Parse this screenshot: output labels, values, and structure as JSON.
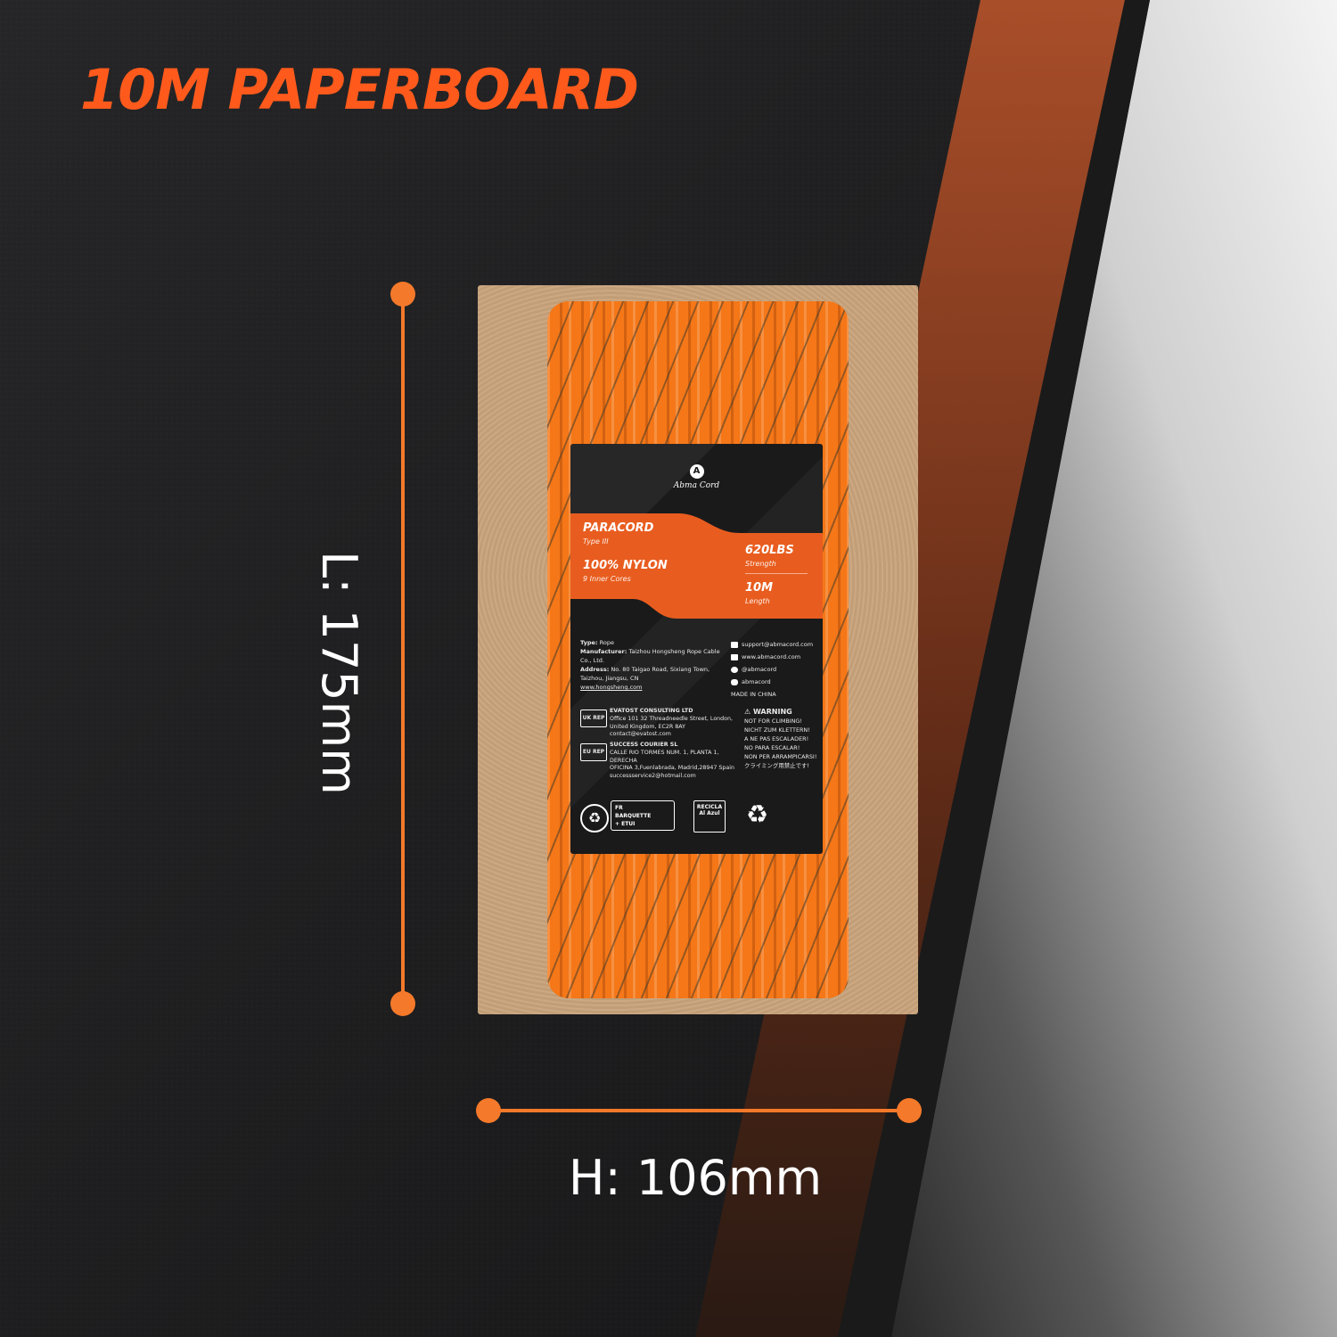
{
  "headline": "10M PAPERBOARD",
  "dimensions": {
    "length_label": "L: 175mm",
    "height_label": "H: 106mm"
  },
  "colors": {
    "accent": "#ff5a1c",
    "marker": "#f5792a",
    "rope": "#f57718",
    "label_band": "#e85d1f",
    "board": "#c9a47c"
  },
  "product_label": {
    "brand": "Abma Cord",
    "logo_letter": "A",
    "product_name": "PARACORD",
    "product_type": "Type III",
    "material": "100% NYLON",
    "cores": "9 Inner Cores",
    "strength_value": "620LBS",
    "strength_caption": "Strength",
    "length_value": "10M",
    "length_caption": "Length",
    "info": {
      "type_key": "Type:",
      "type_value": "Rope",
      "manufacturer_key": "Manufacturer:",
      "manufacturer_value": "Taizhou Hongsheng Rope Cable Co., Ltd.",
      "address_key": "Address:",
      "address_value": "No. 80 Taigao Road, Sixiang Town, Taizhou, Jiangsu, CN",
      "website": "www.hongsheng.com"
    },
    "contacts": {
      "email": "support@abmacord.com",
      "web": "www.abmacord.com",
      "facebook": "@abmacord",
      "social": "abmacord",
      "origin": "MADE IN CHINA"
    },
    "uk_rep": {
      "tag": "UK REP",
      "company": "EVATOST CONSULTING LTD",
      "line1": "Office 101 32 Threadneedle Street, London,",
      "line2": "United Kingdom, EC2R 8AY",
      "line3": "contact@evatost.com"
    },
    "eu_rep": {
      "tag": "EU REP",
      "company": "SUCCESS COURIER SL",
      "line1": "CALLE RIO TORMES NUM. 1, PLANTA 1, DERECHA",
      "line2": "OFICINA 3,Fuenlabrada, Madrid,28947 Spain",
      "line3": "successservice2@hotmail.com"
    },
    "warning": {
      "title": "WARNING",
      "lines": [
        "NOT FOR CLIMBING!",
        "NICHT ZUM KLETTERN!",
        "A NE PAS ESCALADER!",
        "NO PARA ESCALAR!",
        "NON PER ARRAMPICARSI!",
        "クライミング用禁止です!"
      ]
    },
    "icons": {
      "fr_tag": "FR",
      "barquette": "BARQUETTE",
      "etui": "+ ETUI",
      "recicla": "RECICLA",
      "al_azul": "Al Azul"
    }
  }
}
